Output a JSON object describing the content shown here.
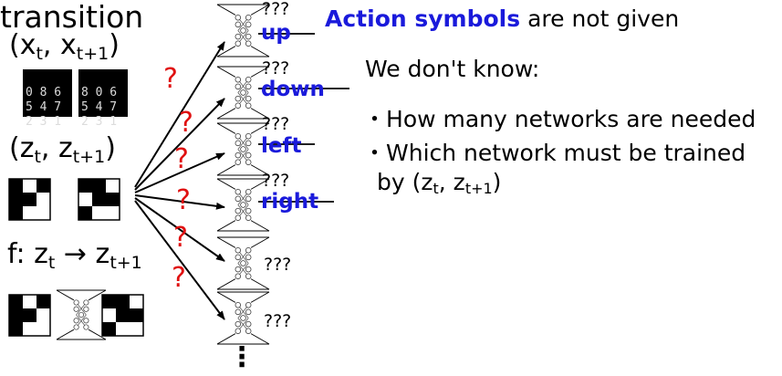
{
  "left": {
    "transition": "transition",
    "x_pair": {
      "open": "(x",
      "t": "t",
      "sep": ", x",
      "t1": "t+1",
      "close": ")"
    },
    "z_pair": {
      "open": "(z",
      "t": "t",
      "sep": ", z",
      "t1": "t+1",
      "close": ")"
    },
    "f_map": {
      "f": "f: z",
      "t": "t",
      "arrow": " → z",
      "t1": "t+1"
    },
    "mnist_digits": [
      "0 8 6",
      "5 4 7",
      "2 3 1",
      "8 0 6",
      "5 4 7",
      "2 3 1"
    ]
  },
  "question_mark": "?",
  "networks": [
    {
      "q": "???",
      "action": "up"
    },
    {
      "q": "???",
      "action": "down"
    },
    {
      "q": "???",
      "action": "left"
    },
    {
      "q": "???",
      "action": "right"
    },
    {
      "q": "???",
      "action": ""
    },
    {
      "q": "???",
      "action": ""
    }
  ],
  "ellipsis": "⋮",
  "right": {
    "heading_bold": "Action symbols",
    "heading_rest": " are not given",
    "we_dont_know": "We don't know:",
    "bullet": "・",
    "bullet1": "How many networks are needed",
    "bullet2_line1": "Which network must be trained",
    "bullet2_line2": {
      "open": "by (z",
      "t": "t",
      "sep": ", z",
      "t1": "t+1",
      "close": ")"
    }
  },
  "colors": {
    "action_blue": "#1a1adb",
    "question_red": "#e01010"
  }
}
